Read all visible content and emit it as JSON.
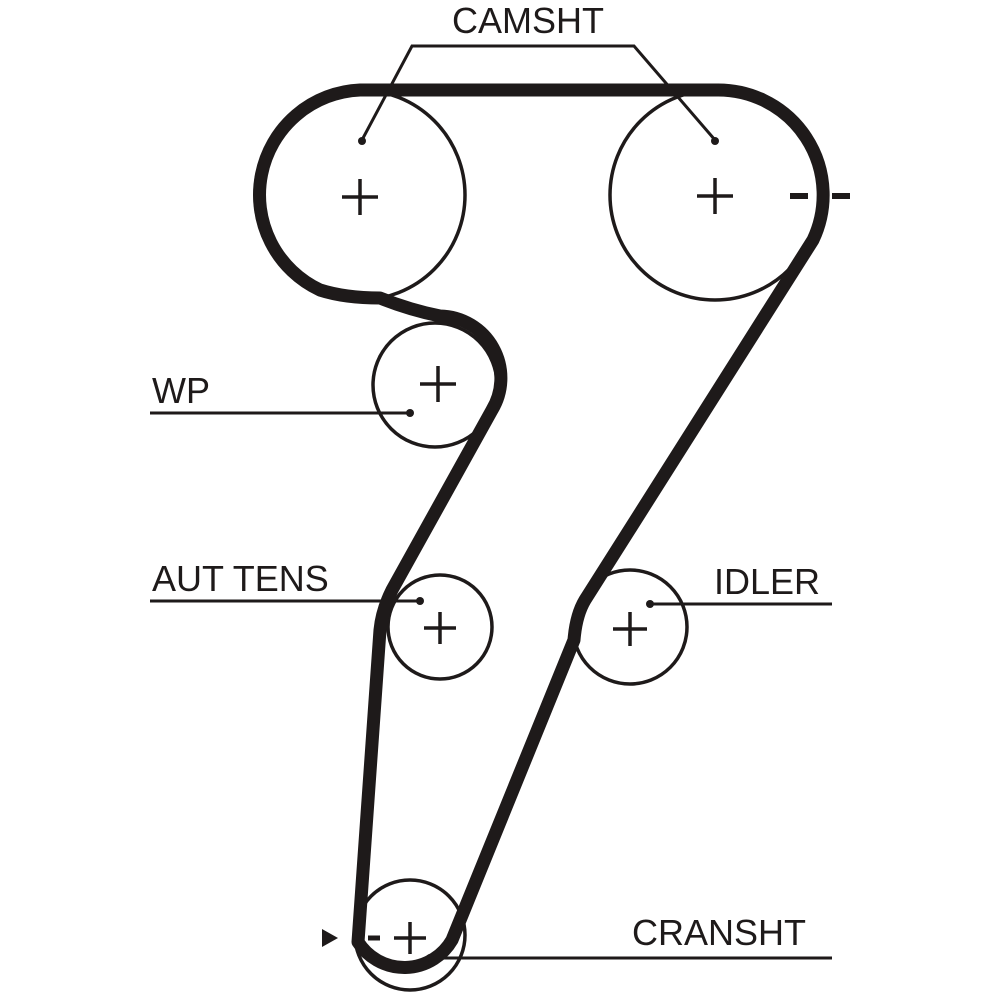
{
  "diagram": {
    "type": "timing-belt-routing",
    "colors": {
      "belt": "#1e1a1a",
      "line": "#1e1a1a",
      "background": "#ffffff"
    },
    "labels": {
      "camshaft": "CAMSHT",
      "water_pump": "WP",
      "auto_tensioner": "AUT TENS",
      "idler": "IDLER",
      "crankshaft": "CRANSHT"
    },
    "pulleys": [
      {
        "id": "camshaft-left",
        "label_key": "camshaft"
      },
      {
        "id": "camshaft-right",
        "label_key": "camshaft"
      },
      {
        "id": "water-pump",
        "label_key": "water_pump"
      },
      {
        "id": "auto-tensioner",
        "label_key": "auto_tensioner"
      },
      {
        "id": "idler",
        "label_key": "idler"
      },
      {
        "id": "crankshaft",
        "label_key": "crankshaft"
      }
    ],
    "markers": [
      "timing-mark-camshaft",
      "timing-mark-crankshaft",
      "direction-arrow"
    ]
  }
}
